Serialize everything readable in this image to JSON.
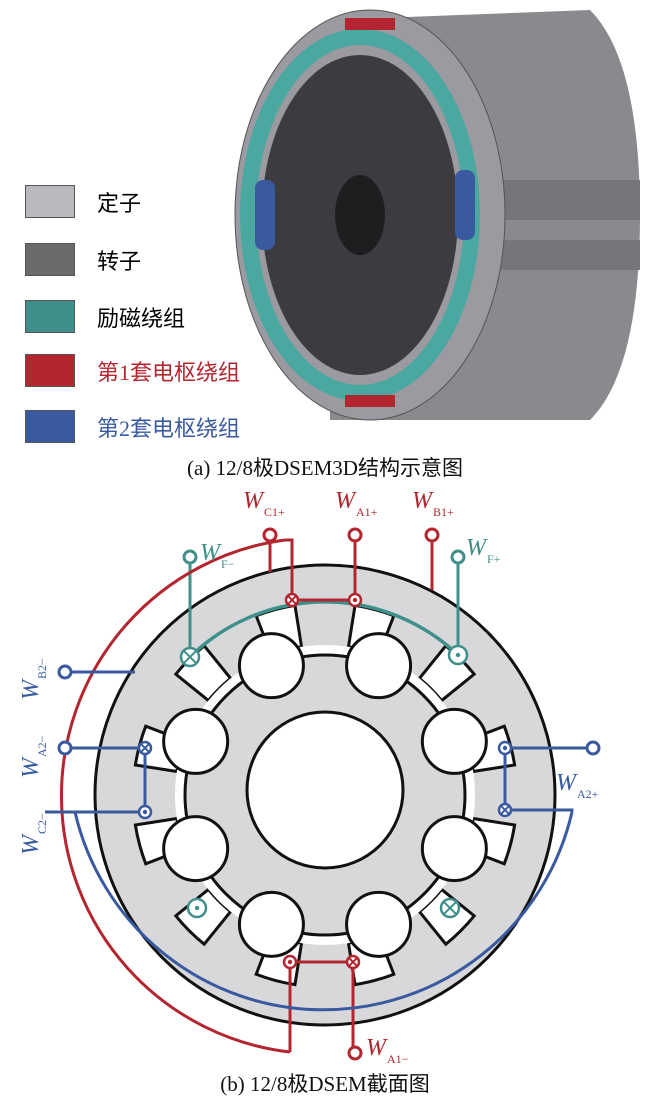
{
  "legend": [
    {
      "label": "定子",
      "color": "#b9b9bd",
      "text_color": "#222222"
    },
    {
      "label": "转子",
      "color": "#6b6b6e",
      "text_color": "#222222"
    },
    {
      "label": "励磁绕组",
      "color": "#3f8f8a",
      "text_color": "#222222"
    },
    {
      "label": "第1套电枢绕组",
      "color": "#b3262f",
      "text_color": "#b3262f"
    },
    {
      "label": "第2套电枢绕组",
      "color": "#3a5aa0",
      "text_color": "#3a5aa0"
    }
  ],
  "captions": {
    "a": "(a) 12/8极DSEM3D结构示意图",
    "b": "(b) 12/8极DSEM截面图"
  },
  "labels": {
    "wf_minus": {
      "main": "W",
      "sub": "F−"
    },
    "wc1_plus": {
      "main": "W",
      "sub": "C1+"
    },
    "wa1_plus": {
      "main": "W",
      "sub": "A1+"
    },
    "wb1_plus": {
      "main": "W",
      "sub": "B1+"
    },
    "wf_plus": {
      "main": "W",
      "sub": "F+"
    },
    "wb2_minus": {
      "main": "W",
      "sub": "B2−"
    },
    "wa2_minus": {
      "main": "W",
      "sub": "A2−"
    },
    "wc2_minus": {
      "main": "W",
      "sub": "C2−"
    },
    "wa2_plus": {
      "main": "W",
      "sub": "A2+"
    },
    "wa1_minus": {
      "main": "W",
      "sub": "A1−"
    }
  },
  "colors": {
    "red": "#b3262f",
    "blue": "#3a5aa0",
    "teal": "#3f8f8a",
    "stator": "#d8d8da"
  }
}
